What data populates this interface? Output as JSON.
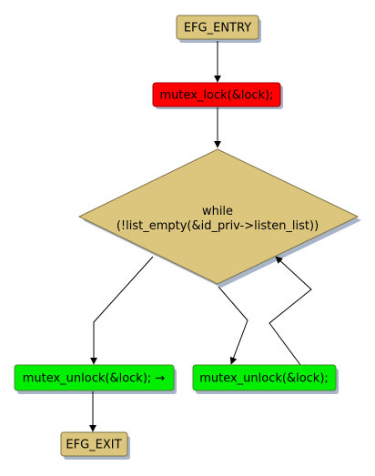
{
  "nodes": {
    "entry": {
      "label": "EFG_ENTRY",
      "fill": "#dcc67e"
    },
    "lock": {
      "label": "mutex_lock(&lock);",
      "fill": "#ff0000"
    },
    "loop": {
      "label_line1": "while",
      "label_line2": "(!list_empty(&id_priv->listen_list))",
      "fill": "#dcc67e"
    },
    "unlock_exit": {
      "label": "mutex_unlock(&lock); →",
      "fill": "#00ee00"
    },
    "unlock_body": {
      "label": "mutex_unlock(&lock);",
      "fill": "#00ee00"
    },
    "exit": {
      "label": "EFG_EXIT",
      "fill": "#dcc67e"
    }
  },
  "colors": {
    "shadow": "#a8b4c8",
    "stroke": "#7d7146",
    "edge": "#000000"
  }
}
